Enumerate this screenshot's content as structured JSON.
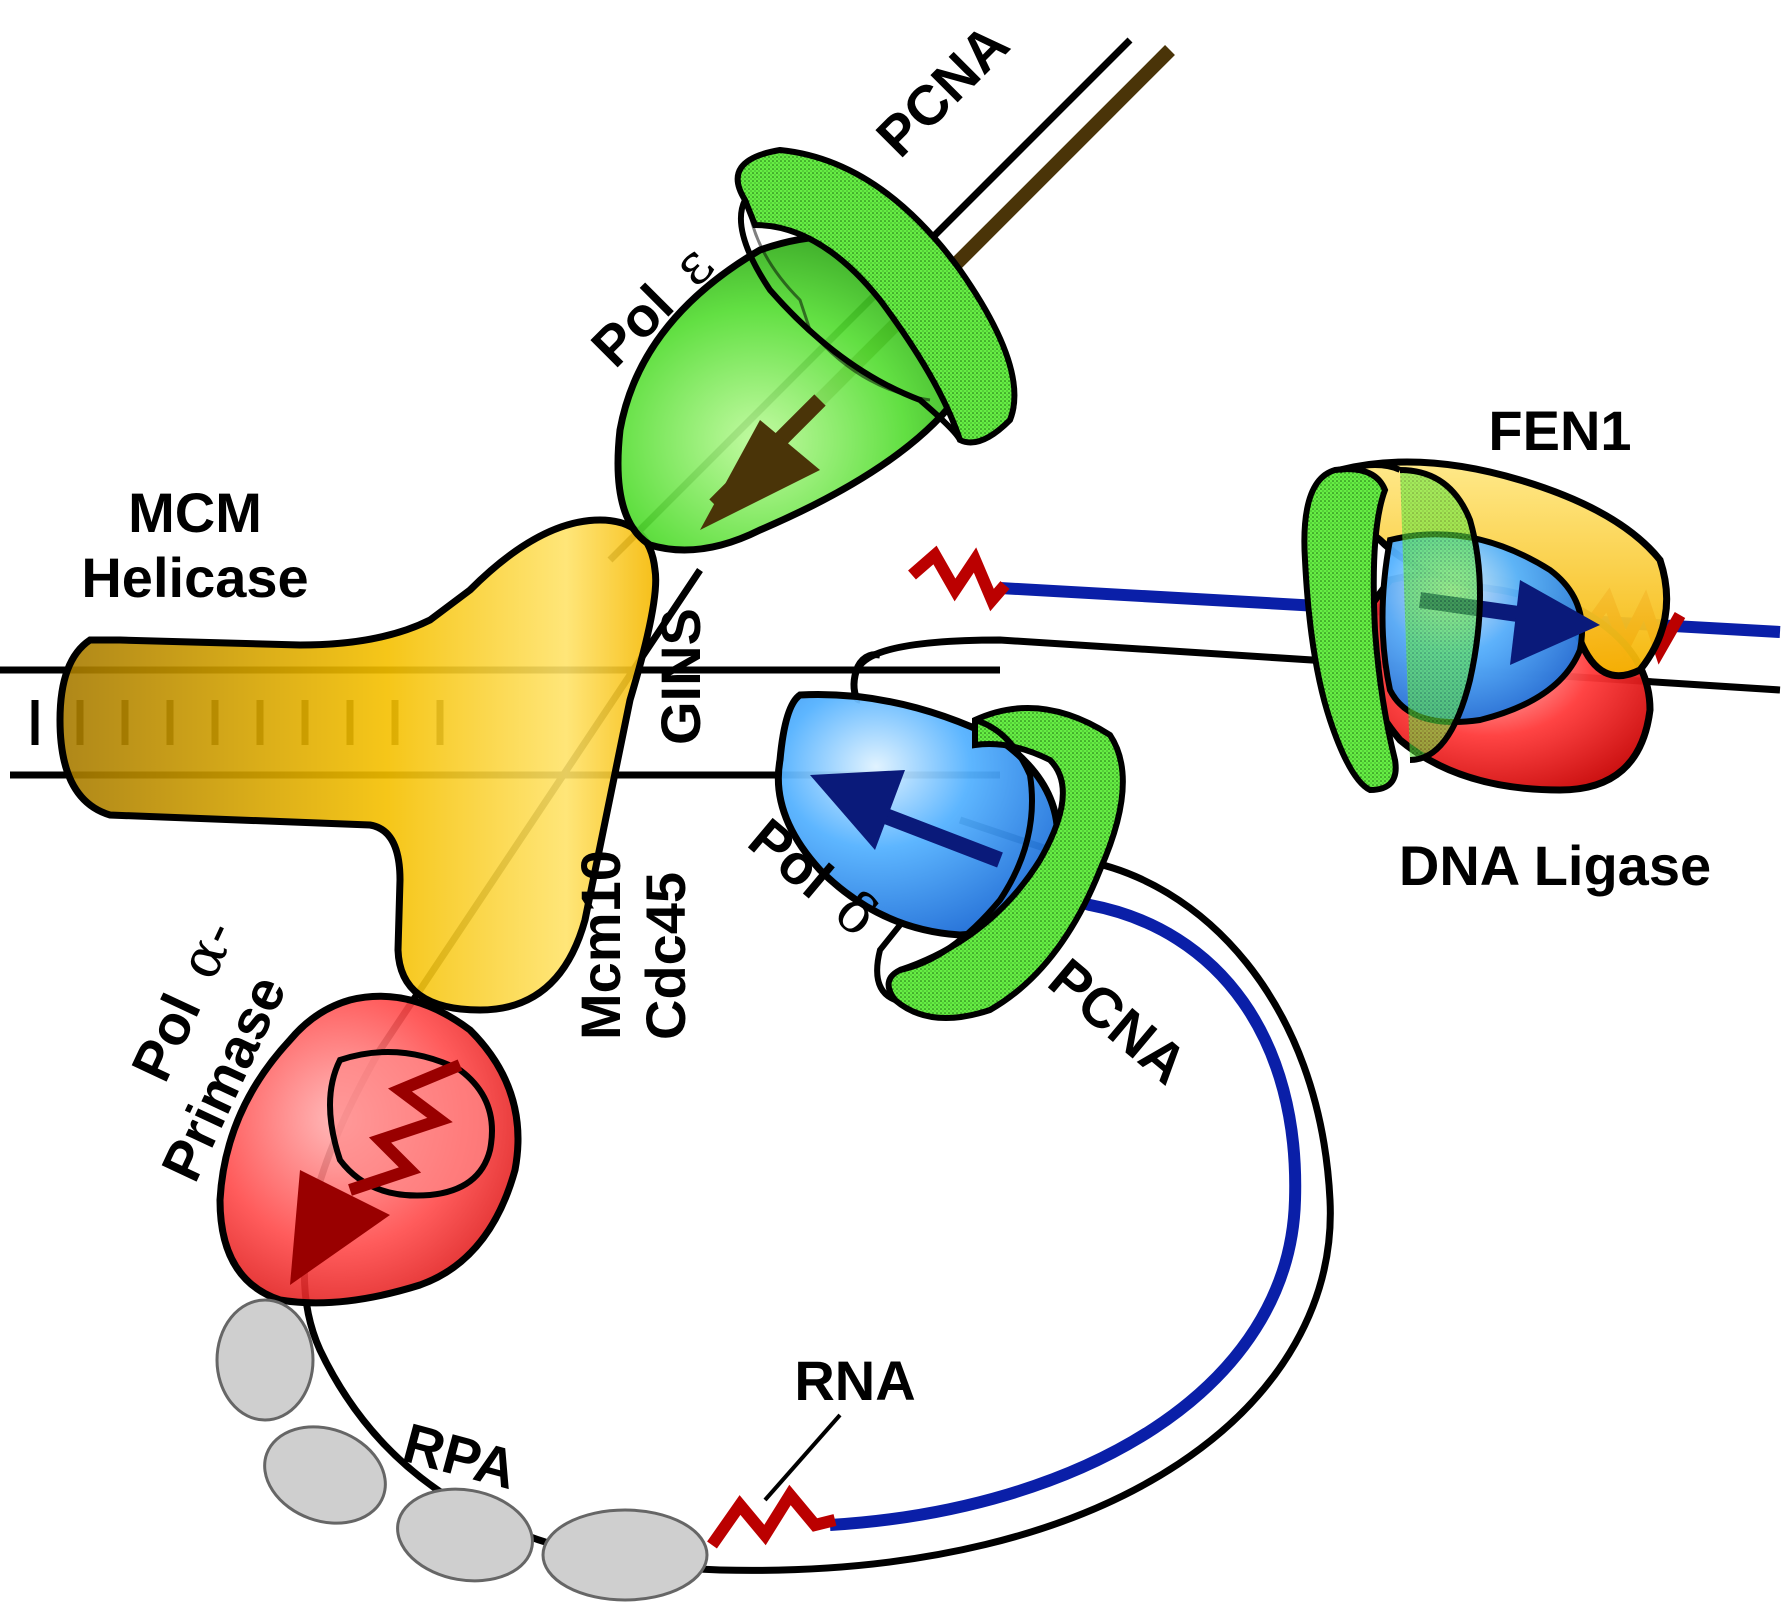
{
  "labels": {
    "pcna_top": "PCNA",
    "pol_epsilon_prefix": "Pol",
    "pol_epsilon_symbol": "ε",
    "mcm_line1": "MCM",
    "mcm_line2": "Helicase",
    "gins": "GINS",
    "mcm10": "Mcm10",
    "cdc45": "Cdc45",
    "pol_alpha_prefix": "Pol",
    "pol_alpha_symbol": "α-",
    "primase": "Primase",
    "rpa": "RPA",
    "rna": "RNA",
    "pol_delta_prefix": "Pol",
    "pol_delta_symbol": "δ",
    "pcna_lower": "PCNA",
    "fen1": "FEN1",
    "dna_ligase": "DNA Ligase"
  },
  "colors": {
    "pcna": "#66ee44",
    "pol_epsilon": "#55dd33",
    "mcm_helicase": "#f5c000",
    "pol_alpha_primase": "#ff3333",
    "pol_delta": "#3399ff",
    "fen1": "#ffd23a",
    "dna_ligase": "#e60000",
    "rpa": "#cccccc",
    "new_dna_strand": "#0a1fa8",
    "leading_strand": "#4a3408",
    "rna_primer": "#bb0000",
    "template_strand": "#000000"
  }
}
